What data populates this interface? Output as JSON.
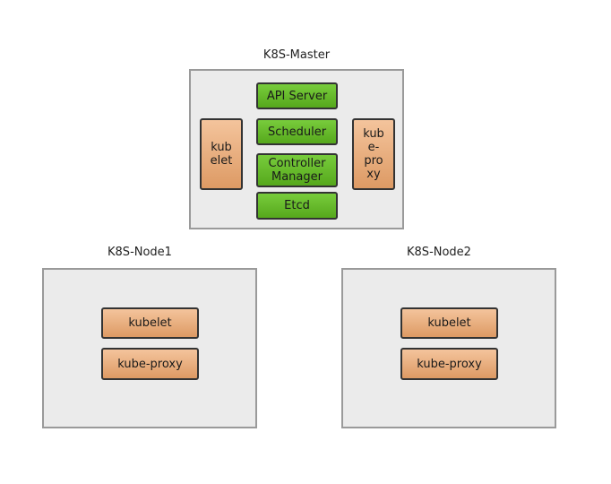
{
  "master": {
    "title": "K8S-Master",
    "components": {
      "api_server": "API Server",
      "scheduler": "Scheduler",
      "controller_manager": "Controller\nManager",
      "etcd": "Etcd",
      "kubelet": "kub\nelet",
      "kube_proxy": "kub\ne-\npro\nxy"
    }
  },
  "node1": {
    "title": "K8S-Node1",
    "kubelet": "kubelet",
    "kube_proxy": "kube-proxy"
  },
  "node2": {
    "title": "K8S-Node2",
    "kubelet": "kubelet",
    "kube_proxy": "kube-proxy"
  },
  "colors": {
    "control_plane": "#5fb426",
    "node_agent": "#e8ab7a",
    "panel": "#ebebeb",
    "panel_border": "#9a9a9a"
  }
}
